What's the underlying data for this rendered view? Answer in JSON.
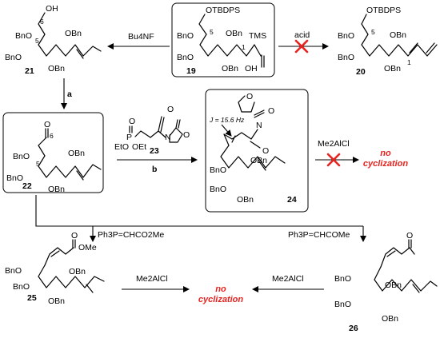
{
  "compounds": {
    "c19": {
      "id": "19",
      "otbdps": "OTBDPS",
      "bno_top": "BnO",
      "bno_bot": "BnO",
      "obn_top": "OBn",
      "obn_bot": "OBn",
      "tms": "TMS",
      "oh": "OH",
      "pos5": "5",
      "pos1": "1"
    },
    "c20": {
      "id": "20",
      "otbdps": "OTBDPS",
      "bno_top": "BnO",
      "bno_bot": "BnO",
      "obn_top": "OBn",
      "obn_bot": "OBn",
      "pos5": "5",
      "pos1": "1"
    },
    "c21": {
      "id": "21",
      "oh": "OH",
      "bno_top": "BnO",
      "bno_bot": "BnO",
      "obn_top": "OBn",
      "obn_bot": "OBn",
      "pos6": "6",
      "pos5": "5"
    },
    "c22": {
      "id": "22",
      "o": "O",
      "bno_top": "BnO",
      "bno_bot": "BnO",
      "obn_top": "OBn",
      "obn_bot": "OBn",
      "pos6": "6",
      "pos5": "5"
    },
    "c23": {
      "id": "23",
      "o_pho": "O",
      "o_carb": "O",
      "o_ring": "O",
      "n": "N",
      "p": "P",
      "eto1": "EtO",
      "oet": "OEt"
    },
    "c24": {
      "id": "24",
      "o_ring": "O",
      "o_carb2": "O",
      "n": "N",
      "o_amide": "O",
      "j_label": "J = 15.6 Hz",
      "bno_top": "BnO",
      "bno_bot": "BnO",
      "obn_top": "OBn",
      "obn_bot": "OBn"
    },
    "c25": {
      "id": "25",
      "o": "O",
      "ome": "OMe",
      "bno_top": "BnO",
      "bno_bot": "BnO",
      "obn_top": "OBn",
      "obn_bot": "OBn"
    },
    "c26": {
      "id": "26",
      "o": "O",
      "bno_top": "BnO",
      "bno_bot": "BnO",
      "obn_top": "OBn",
      "obn_bot": "OBn"
    }
  },
  "reagents": {
    "bu4nf": "Bu4NF",
    "acid": "acid",
    "step_a": "a",
    "step_b": "b",
    "me2alcl_top": "Me2AlCl",
    "ph3p_ester": "Ph3P=CHCO2Me",
    "ph3p_ketone": "Ph3P=CHCOMe",
    "me2alcl_left": "Me2AlCl",
    "me2alcl_right": "Me2AlCl"
  },
  "outcomes": {
    "no_cyclization_top_1": "no",
    "no_cyclization_top_2": "cyclization",
    "no_cyclization_mid_1": "no",
    "no_cyclization_mid_2": "cyclization"
  },
  "colors": {
    "accent_red": "#e8231f",
    "ink": "#000000"
  }
}
